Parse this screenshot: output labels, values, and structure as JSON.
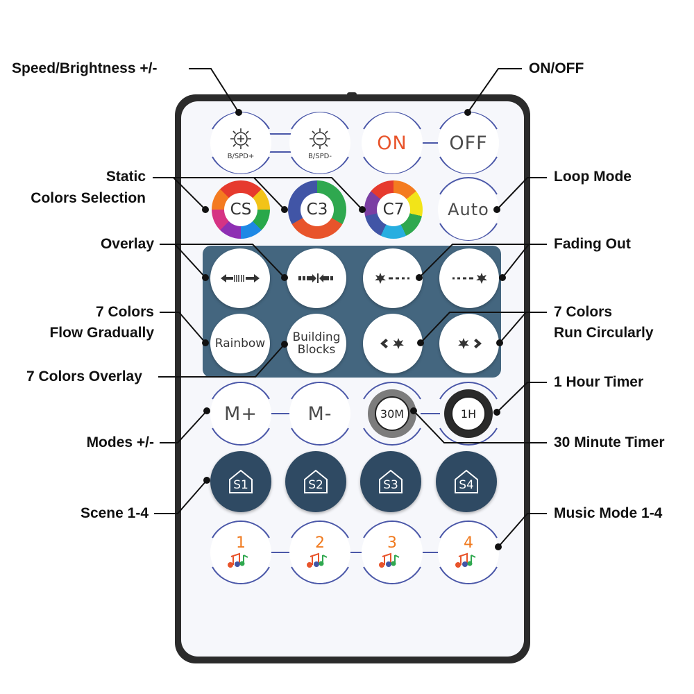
{
  "annotations": {
    "speed_brightness": "Speed/Brightness +/-",
    "on_off": "ON/OFF",
    "static_line1": "Static",
    "static_line2": "Colors Selection",
    "loop_mode": "Loop Mode",
    "overlay": "Overlay",
    "fading_out": "Fading Out",
    "flow_line1": "7 Colors",
    "flow_line2": "Flow Gradually",
    "run_line1": "7 Colors",
    "run_line2": "Run Circularly",
    "colors_overlay": "7 Colors Overlay",
    "hour_timer": "1 Hour Timer",
    "modes": "Modes +/-",
    "minute_timer": "30 Minute Timer",
    "scene": "Scene 1-4",
    "music_mode": "Music Mode 1-4"
  },
  "buttons": {
    "brightness_up_sub": "B/SPD+",
    "brightness_down_sub": "B/SPD-",
    "on": "ON",
    "off": "OFF",
    "cs": "CS",
    "c3": "C3",
    "c7": "C7",
    "auto": "Auto",
    "rainbow": "Rainbow",
    "building_line1": "Building",
    "building_line2": "Blocks",
    "m_plus": "M+",
    "m_minus": "M-",
    "timer_30": "30M",
    "timer_1h": "1H",
    "scenes": [
      "S1",
      "S2",
      "S3",
      "S4"
    ],
    "music": [
      "1",
      "2",
      "3",
      "4"
    ]
  },
  "icons": {
    "brightness_up": "sun-plus-icon",
    "brightness_down": "sun-minus-icon",
    "overlay_out": "arrows-outward-icon",
    "overlay_in": "arrows-inward-icon",
    "fade_right": "burst-dashes-right-icon",
    "fade_left": "dashes-burst-left-icon",
    "circular_left": "chevron-burst-left-icon",
    "circular_right": "burst-chevron-right-icon",
    "scene": "house-icon",
    "music": "music-notes-icon"
  },
  "colors": {
    "remote_frame": "#2b2b2b",
    "panel": "#44667f",
    "on_text": "#e8542b",
    "scene_button": "#2f4a63",
    "music_number": "#f07a1f",
    "ring_line": "#4a57a8"
  }
}
